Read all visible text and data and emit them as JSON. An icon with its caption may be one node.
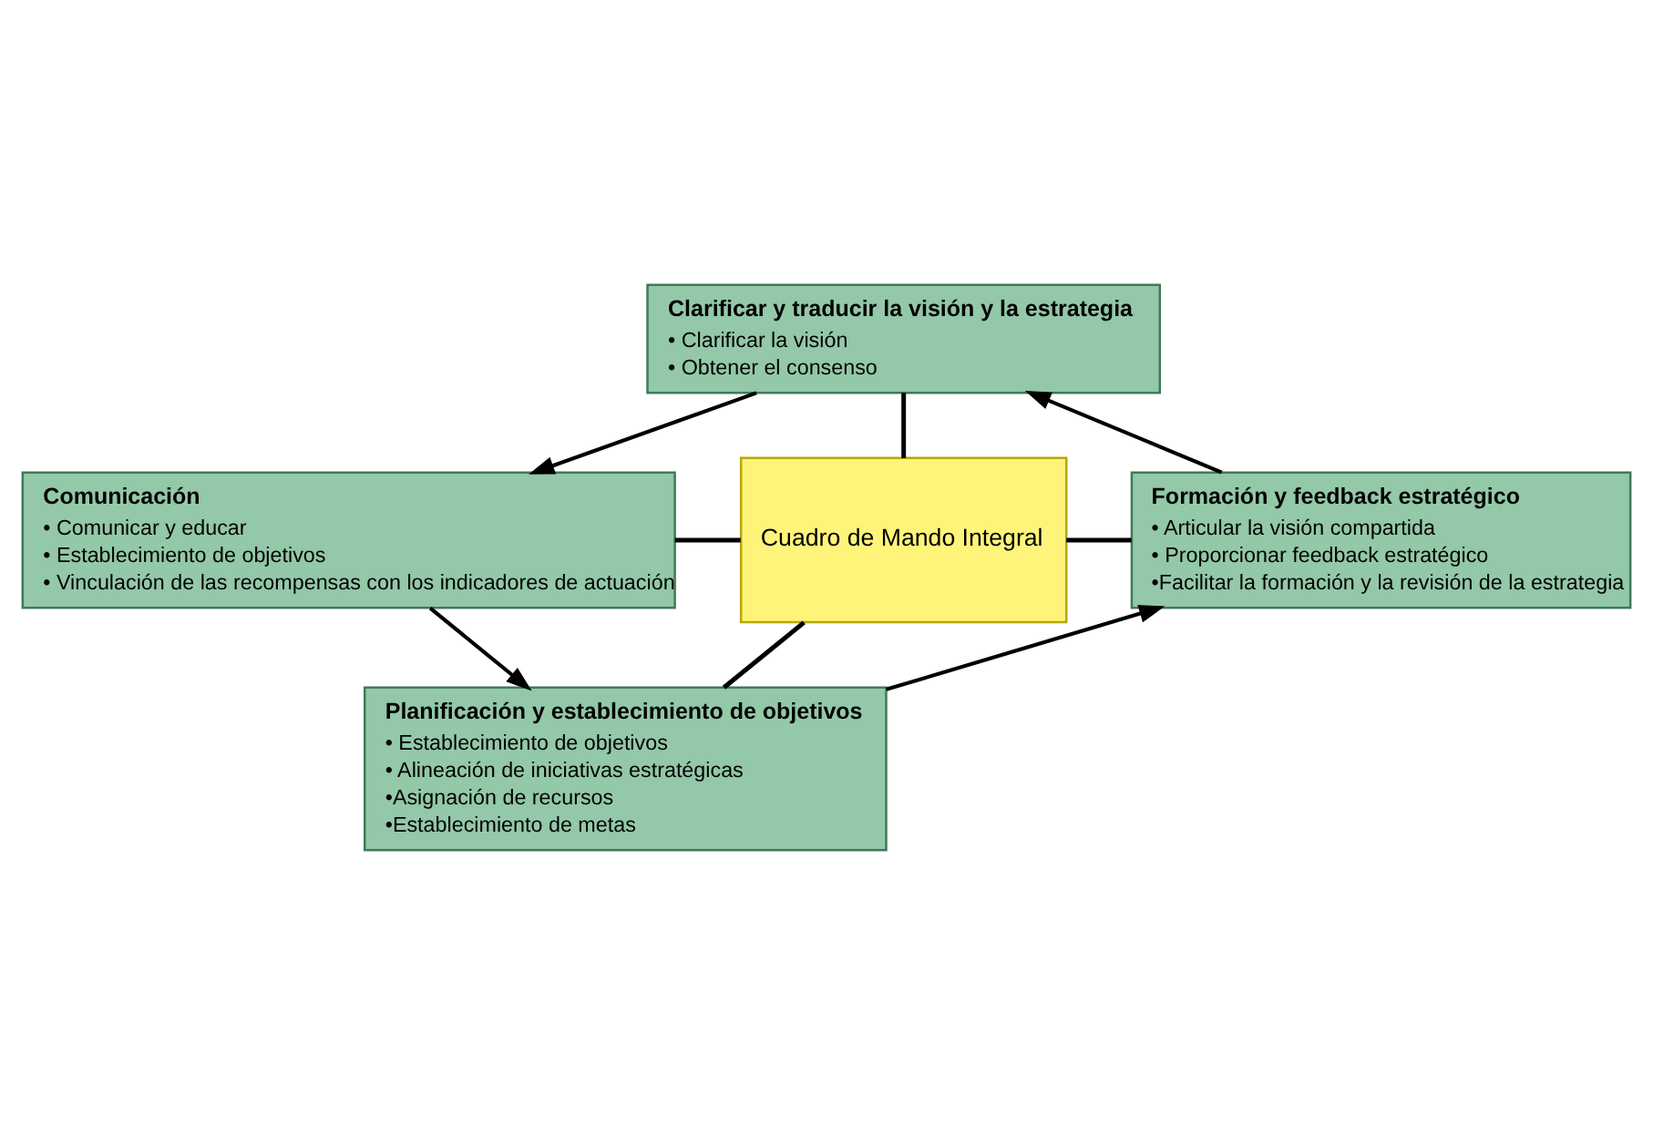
{
  "diagram": {
    "nodes": [
      {
        "text": [
          "Cuadro de Mando Integral"
        ]
      },
      {
        "text": [
          "Clarificar y traducir la visión y la estrategia",
          "• Clarificar la visión",
          "• Obtener el consenso"
        ]
      },
      {
        "text": [
          "Comunicación",
          "• Comunicar y educar",
          "• Establecimiento de objetivos",
          "• Vinculación de las recompensas con los indicadores de actuación"
        ]
      },
      {
        "text": [
          "Formación y feedback estratégico",
          "• Articular la visión compartida",
          "• Proporcionar feedback estratégico",
          "•Facilitar la formación y la revisión de la estrategia"
        ]
      },
      {
        "text": [
          "Planificación y establecimiento de objetivos",
          "• Establecimiento de objetivos",
          "• Alineación de iniciativas estratégicas",
          "•Asignación de recursos",
          "•Establecimiento de metas"
        ]
      }
    ],
    "edges": [
      {
        "from": 1,
        "to": 0,
        "arrow": "none"
      },
      {
        "from": 2,
        "to": 0,
        "arrow": "none"
      },
      {
        "from": 0,
        "to": 3,
        "arrow": "none"
      },
      {
        "from": 0,
        "to": 4,
        "arrow": "none"
      },
      {
        "from": 1,
        "to": 2,
        "arrow": "to"
      },
      {
        "from": 2,
        "to": 4,
        "arrow": "to"
      },
      {
        "from": 4,
        "to": 3,
        "arrow": "to"
      },
      {
        "from": 3,
        "to": 1,
        "arrow": "to"
      }
    ]
  }
}
